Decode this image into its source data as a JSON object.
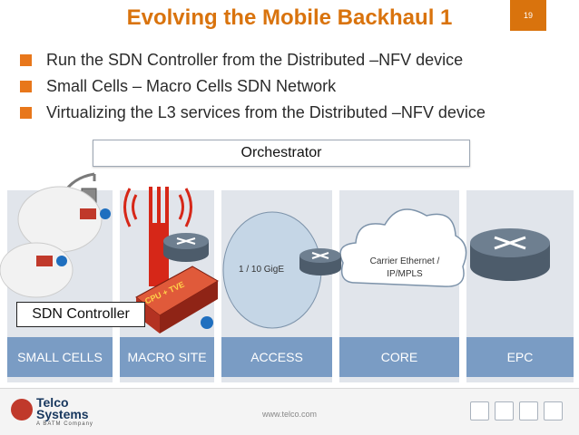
{
  "slide": {
    "title": "Evolving the Mobile Backhaul 1",
    "page_number": "19"
  },
  "bullets": [
    "Run the SDN Controller from the Distributed –NFV device",
    "Small Cells – Macro Cells SDN Network",
    "Virtualizing the L3 services from the Distributed –NFV device"
  ],
  "diagram": {
    "orchestrator": "Orchestrator",
    "sdn_controller": "SDN Controller",
    "access_link": "1 / 10 GigE",
    "core_cloud": "Carrier Ethernet / IP/MPLS",
    "nfv_device_label": "CPU + TVE",
    "segments": [
      "SMALL CELLS",
      "MACRO SITE",
      "ACCESS",
      "CORE",
      "EPC"
    ]
  },
  "footer": {
    "logo_line1": "Telco",
    "logo_line2": "Systems",
    "logo_tagline": "A BATM Company",
    "url": "www.telco.com"
  },
  "colors": {
    "title": "#d9730d",
    "bullet_square": "#e8771b",
    "segment_label": "#7a9cc4",
    "page_badge": "#d9730d",
    "router": "#5a6a7a",
    "nfv_device": "#c0392b",
    "logo": "#17375e"
  }
}
